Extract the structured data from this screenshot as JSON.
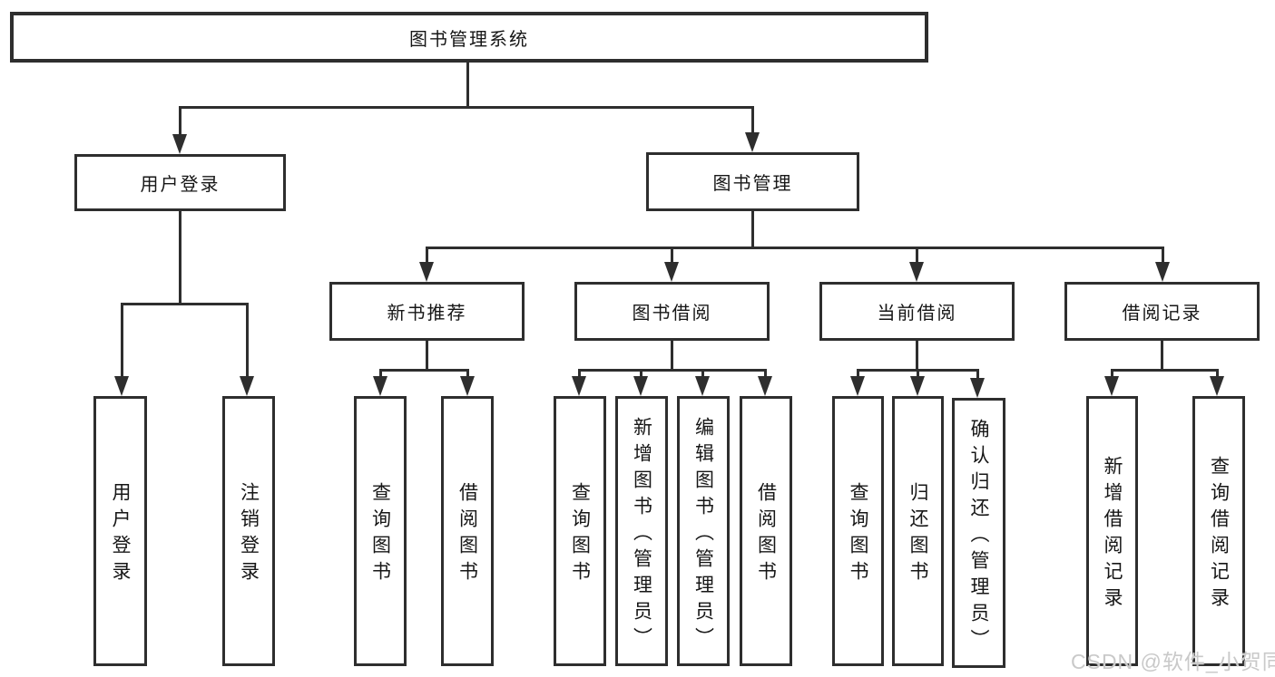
{
  "diagram_type": "hierarchy-tree",
  "colors": {
    "line": "#2e2e2e",
    "text": "#161616",
    "background": "#ffffff",
    "watermark": "#c9c9c9"
  },
  "watermark": {
    "text": "CSDN @软件_小贺同学"
  },
  "tree": {
    "root": {
      "label": "图书管理系统"
    },
    "branches": [
      {
        "label": "用户登录",
        "children": [
          {
            "label": "用户登录"
          },
          {
            "label": "注销登录"
          }
        ]
      },
      {
        "label": "图书管理",
        "children": [
          {
            "label": "新书推荐",
            "children": [
              {
                "label": "查询图书"
              },
              {
                "label": "借阅图书"
              }
            ]
          },
          {
            "label": "图书借阅",
            "children": [
              {
                "label": "查询图书"
              },
              {
                "label": "新增图书（管理员）"
              },
              {
                "label": "编辑图书（管理员）"
              },
              {
                "label": "借阅图书"
              }
            ]
          },
          {
            "label": "当前借阅",
            "children": [
              {
                "label": "查询图书"
              },
              {
                "label": "归还图书"
              },
              {
                "label": "确认归还（管理员）"
              }
            ]
          },
          {
            "label": "借阅记录",
            "children": [
              {
                "label": "新增借阅记录"
              },
              {
                "label": "查询借阅记录"
              }
            ]
          }
        ]
      }
    ]
  }
}
